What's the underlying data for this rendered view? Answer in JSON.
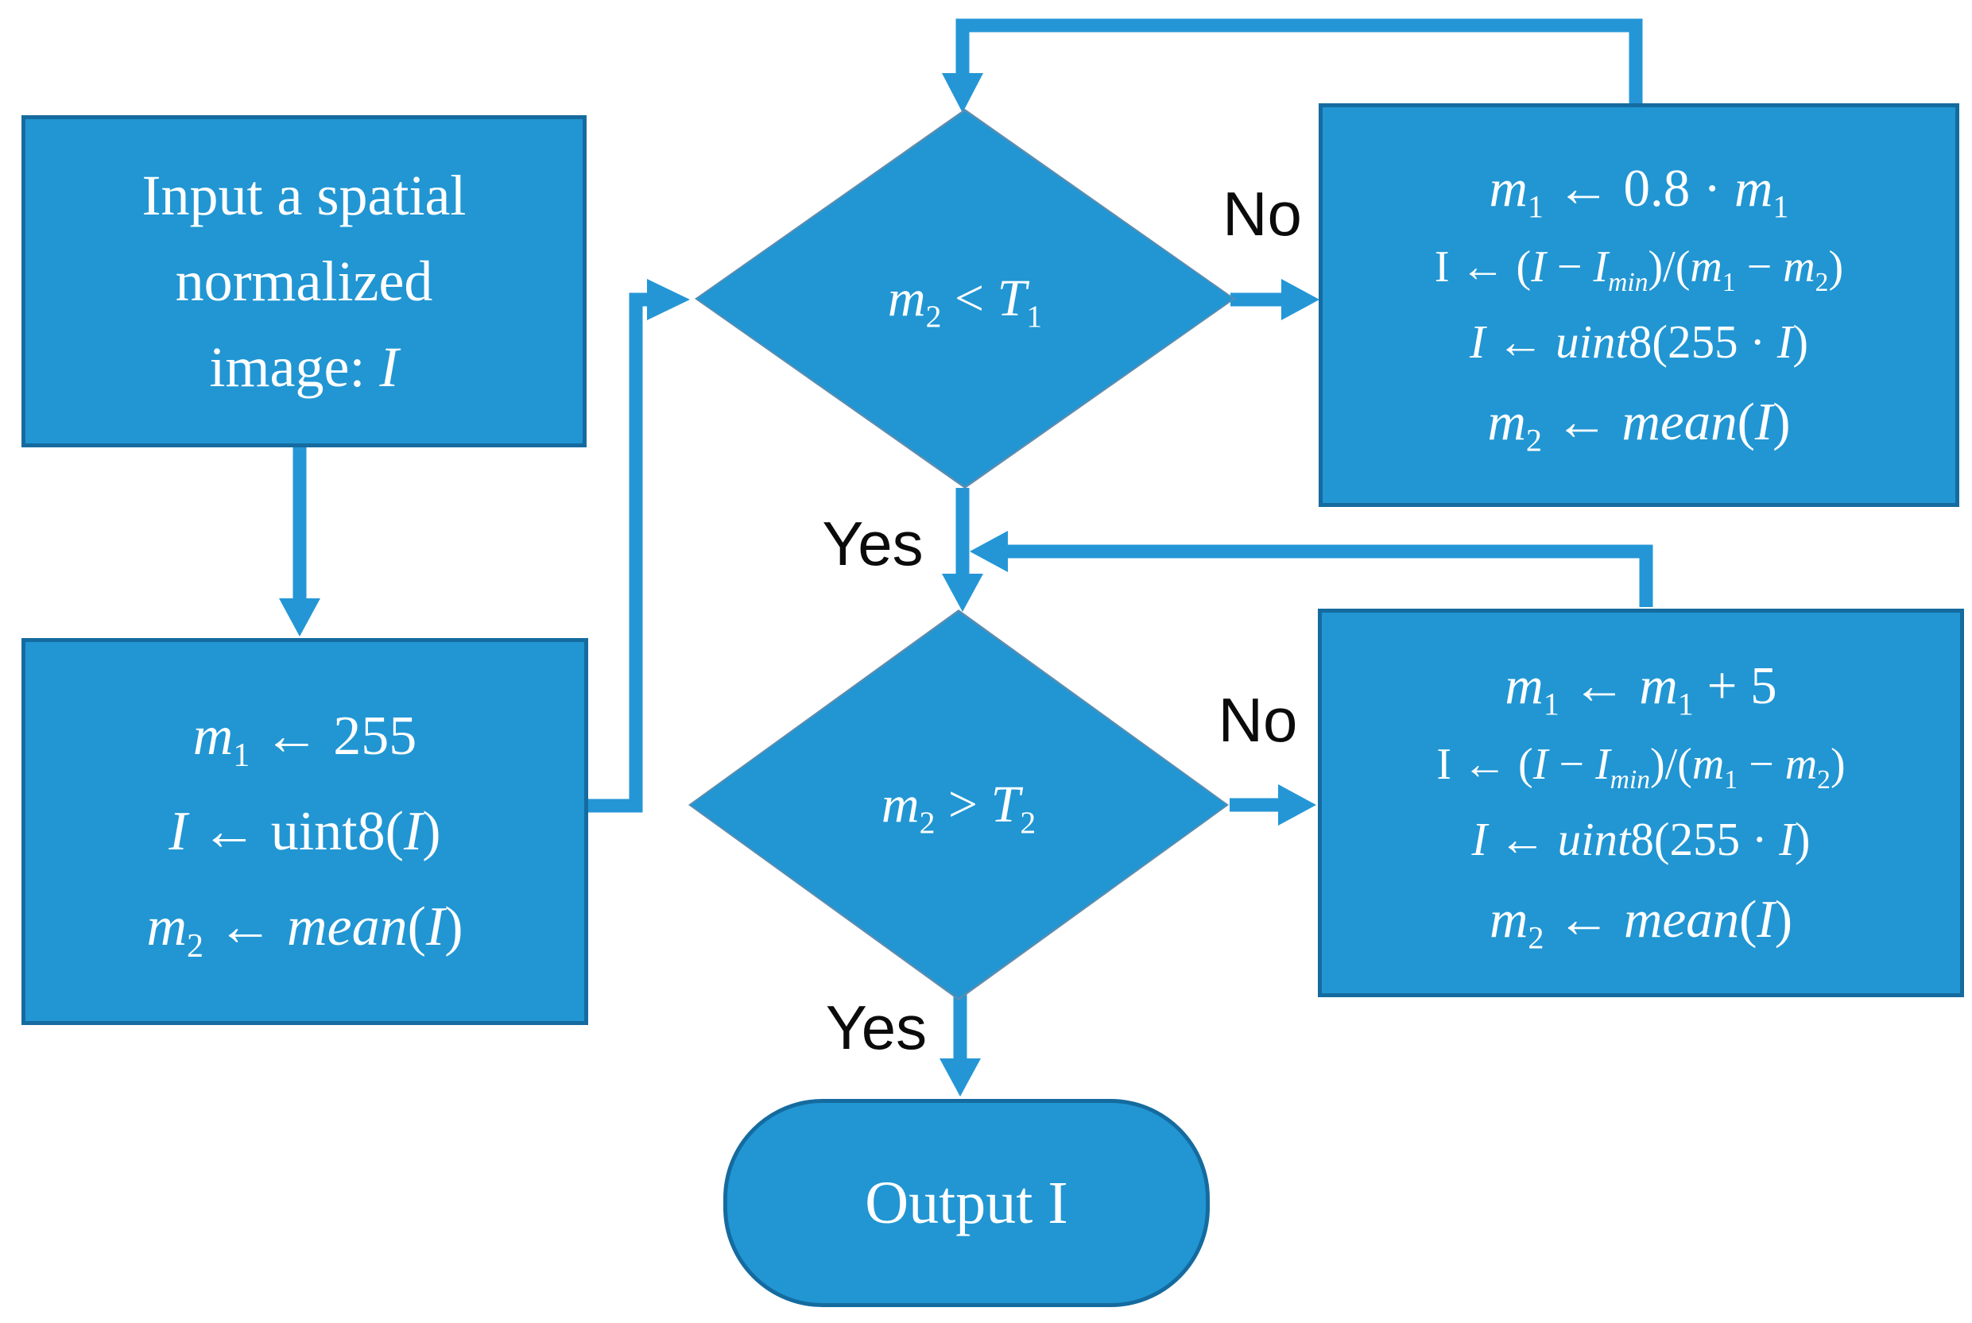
{
  "flowchart": {
    "colors": {
      "shape_fill": "#2196d3",
      "shape_border": "#156b9f",
      "arrow": "#2496d6",
      "shape_text": "#ffffff",
      "edge_label_text": "#0b0b0b"
    },
    "nodes": {
      "input": {
        "type": "process",
        "lines": [
          "Input a spatial",
          "normalized",
          "image: <i>I</i>"
        ]
      },
      "init": {
        "type": "process",
        "lines": [
          "<i>m</i><sub>1</sub> ← 255",
          "<i>I</i>  ← uint8(<i>I</i>)",
          "<i>m</i><sub>2</sub> ← <i>mean</i>(<i>I</i>)"
        ]
      },
      "decision1": {
        "type": "decision",
        "condition": "<i>m</i><sub>2</sub> &lt; <i>T</i><sub>1</sub>"
      },
      "adjust1": {
        "type": "process",
        "lines": [
          "<i>m</i><sub>1</sub> ←  0.8 · <i>m</i><sub>1</sub>",
          "I ← (<i>I</i> − <i>I</i><sub><i>min</i></sub>)/(<i>m</i><sub>1</sub> − <i>m</i><sub>2</sub>)",
          "<i>I</i> ← <i>uint</i>8(255 · <i>I</i>)",
          "<i>m</i><sub>2</sub> ← <i>mean</i>(<i>I</i>)"
        ]
      },
      "decision2": {
        "type": "decision",
        "condition": "<i>m</i><sub>2</sub> &gt; <i>T</i><sub>2</sub>"
      },
      "adjust2": {
        "type": "process",
        "lines": [
          "<i>m</i><sub>1</sub> ←  <i>m</i><sub>1</sub> + 5",
          "I ← (<i>I</i> − <i>I</i><sub><i>min</i></sub>)/(<i>m</i><sub>1</sub> − <i>m</i><sub>2</sub>)",
          "<i>I</i> ← <i>uint</i>8(255 · <i>I</i>)",
          "<i>m</i><sub>2</sub> ← <i>mean</i>(<i>I</i>)"
        ]
      },
      "output": {
        "type": "terminator",
        "label": "Output I"
      }
    },
    "edges": {
      "no1": "No",
      "yes1": "Yes",
      "no2": "No",
      "yes2": "Yes"
    }
  }
}
